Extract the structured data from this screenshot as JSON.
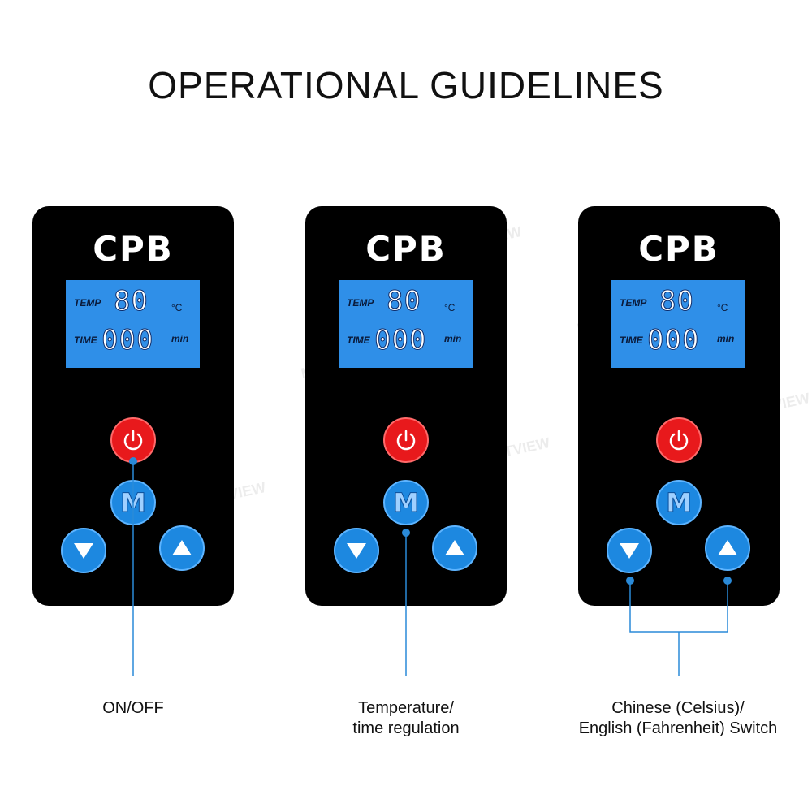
{
  "title": "OPERATIONAL GUIDELINES",
  "panels": [
    {
      "brand": "CPB",
      "temp_label": "TEMP",
      "temp_value": "80",
      "temp_unit": "°C",
      "time_label": "TIME",
      "time_value": "000",
      "time_unit": "min",
      "m_label": "M"
    },
    {
      "brand": "CPB",
      "temp_label": "TEMP",
      "temp_value": "80",
      "temp_unit": "°C",
      "time_label": "TIME",
      "time_value": "000",
      "time_unit": "min",
      "m_label": "M"
    },
    {
      "brand": "CPB",
      "temp_label": "TEMP",
      "temp_value": "80",
      "temp_unit": "°C",
      "time_label": "TIME",
      "time_value": "000",
      "time_unit": "min",
      "m_label": "M"
    }
  ],
  "captions": {
    "on_off": "ON/OFF",
    "temp_time_line1": "Temperature/",
    "temp_time_line2": "time regulation",
    "switch_line1": "Chinese (Celsius)/",
    "switch_line2": "English (Fahrenheit) Switch"
  },
  "watermark": "MARTVIEW",
  "icons": [
    "power-icon",
    "triangle-down-icon",
    "triangle-up-icon"
  ],
  "colors": {
    "panel": "#000000",
    "lcd": "#2f8fe8",
    "power_button": "#e8191c",
    "blue_button": "#1d88e0",
    "callout_line": "#2a8ad8"
  }
}
